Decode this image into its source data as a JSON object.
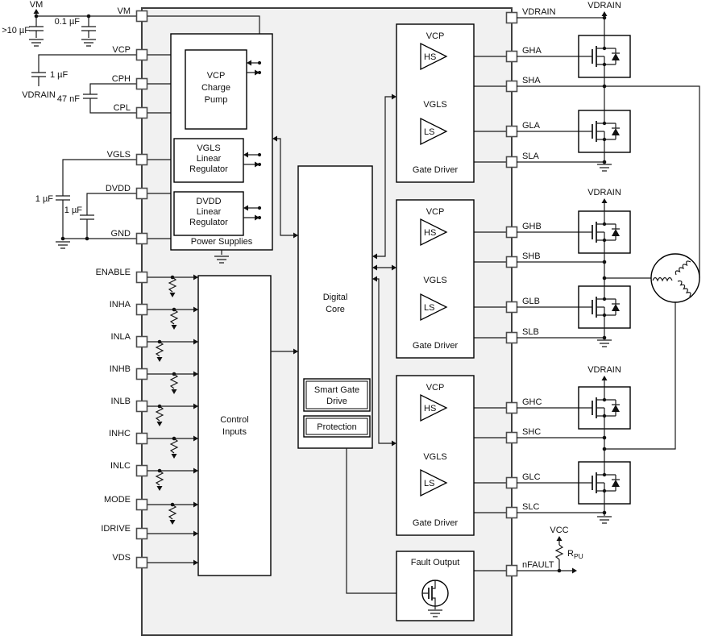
{
  "pins_left": [
    "VM",
    "VCP",
    "CPH",
    "CPL",
    "VGLS",
    "DVDD",
    "GND",
    "ENABLE",
    "INHA",
    "INLA",
    "INHB",
    "INLB",
    "INHC",
    "INLC",
    "MODE",
    "IDRIVE",
    "VDS"
  ],
  "pins_right": [
    "VDRAIN",
    "GHA",
    "SHA",
    "GLA",
    "SLA",
    "GHB",
    "SHB",
    "GLB",
    "SLB",
    "GHC",
    "SHC",
    "GLC",
    "SLC",
    "nFAULT"
  ],
  "caps": {
    "bulk": ">10 µF",
    "vm": "0.1 µF",
    "vcp": "1 µF",
    "cp": "47 nF",
    "vgls": "1 µF",
    "dvdd": "1 µF"
  },
  "nets": {
    "vm": "VM",
    "vdrain": "VDRAIN",
    "vcc": "VCC",
    "rpu_base": "R",
    "rpu_sub": "PU"
  },
  "blocks": {
    "power_supplies": "Power Supplies",
    "charge_pump": [
      "VCP",
      "Charge",
      "Pump"
    ],
    "vgls_reg": [
      "VGLS",
      "Linear",
      "Regulator"
    ],
    "dvdd_reg": [
      "DVDD",
      "Linear",
      "Regulator"
    ],
    "control_inputs": [
      "Control",
      "Inputs"
    ],
    "digital_core": [
      "Digital",
      "Core"
    ],
    "smart_gate_drive": [
      "Smart Gate",
      "Drive"
    ],
    "protection": "Protection",
    "gate_driver": "Gate Driver",
    "fault_output": "Fault Output",
    "vcp": "VCP",
    "vgls": "VGLS",
    "hs": "HS",
    "ls": "LS"
  },
  "colors": {
    "ic_fill": "#f1f1f1",
    "stroke": "#000000",
    "pin_stroke": "#4d4d4d",
    "wire": "#1a1a1a"
  }
}
